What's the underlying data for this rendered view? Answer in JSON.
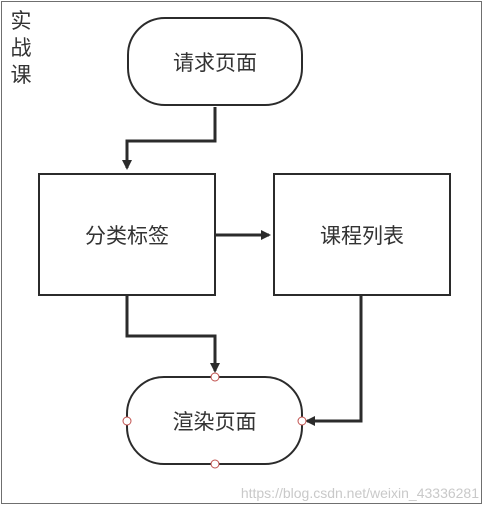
{
  "title_vertical": [
    "实",
    "战",
    "课"
  ],
  "nodes": {
    "request_page": "请求页面",
    "category_tags": "分类标签",
    "course_list": "课程列表",
    "render_page": "渲染页面"
  },
  "watermark": "https://blog.csdn.net/weixin_43336281",
  "colors": {
    "stroke": "#2b2b2b",
    "connector_dot": "#c0504d"
  }
}
